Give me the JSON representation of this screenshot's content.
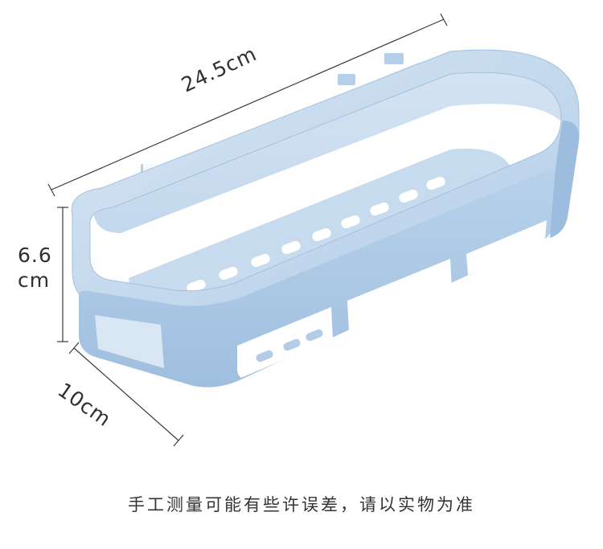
{
  "dimensions": {
    "width_label": "24.5cm",
    "height_number": "6.6",
    "height_unit": "cm",
    "depth_label": "10cm"
  },
  "caption": "手工测量可能有些许误差，请以实物为准",
  "colors": {
    "basket_light": "#c9dcee",
    "basket_mid": "#a9c6e2",
    "basket_dark": "#8fb2d6",
    "line": "#3a3a3a"
  },
  "icon": "shower-basket-product-photo"
}
